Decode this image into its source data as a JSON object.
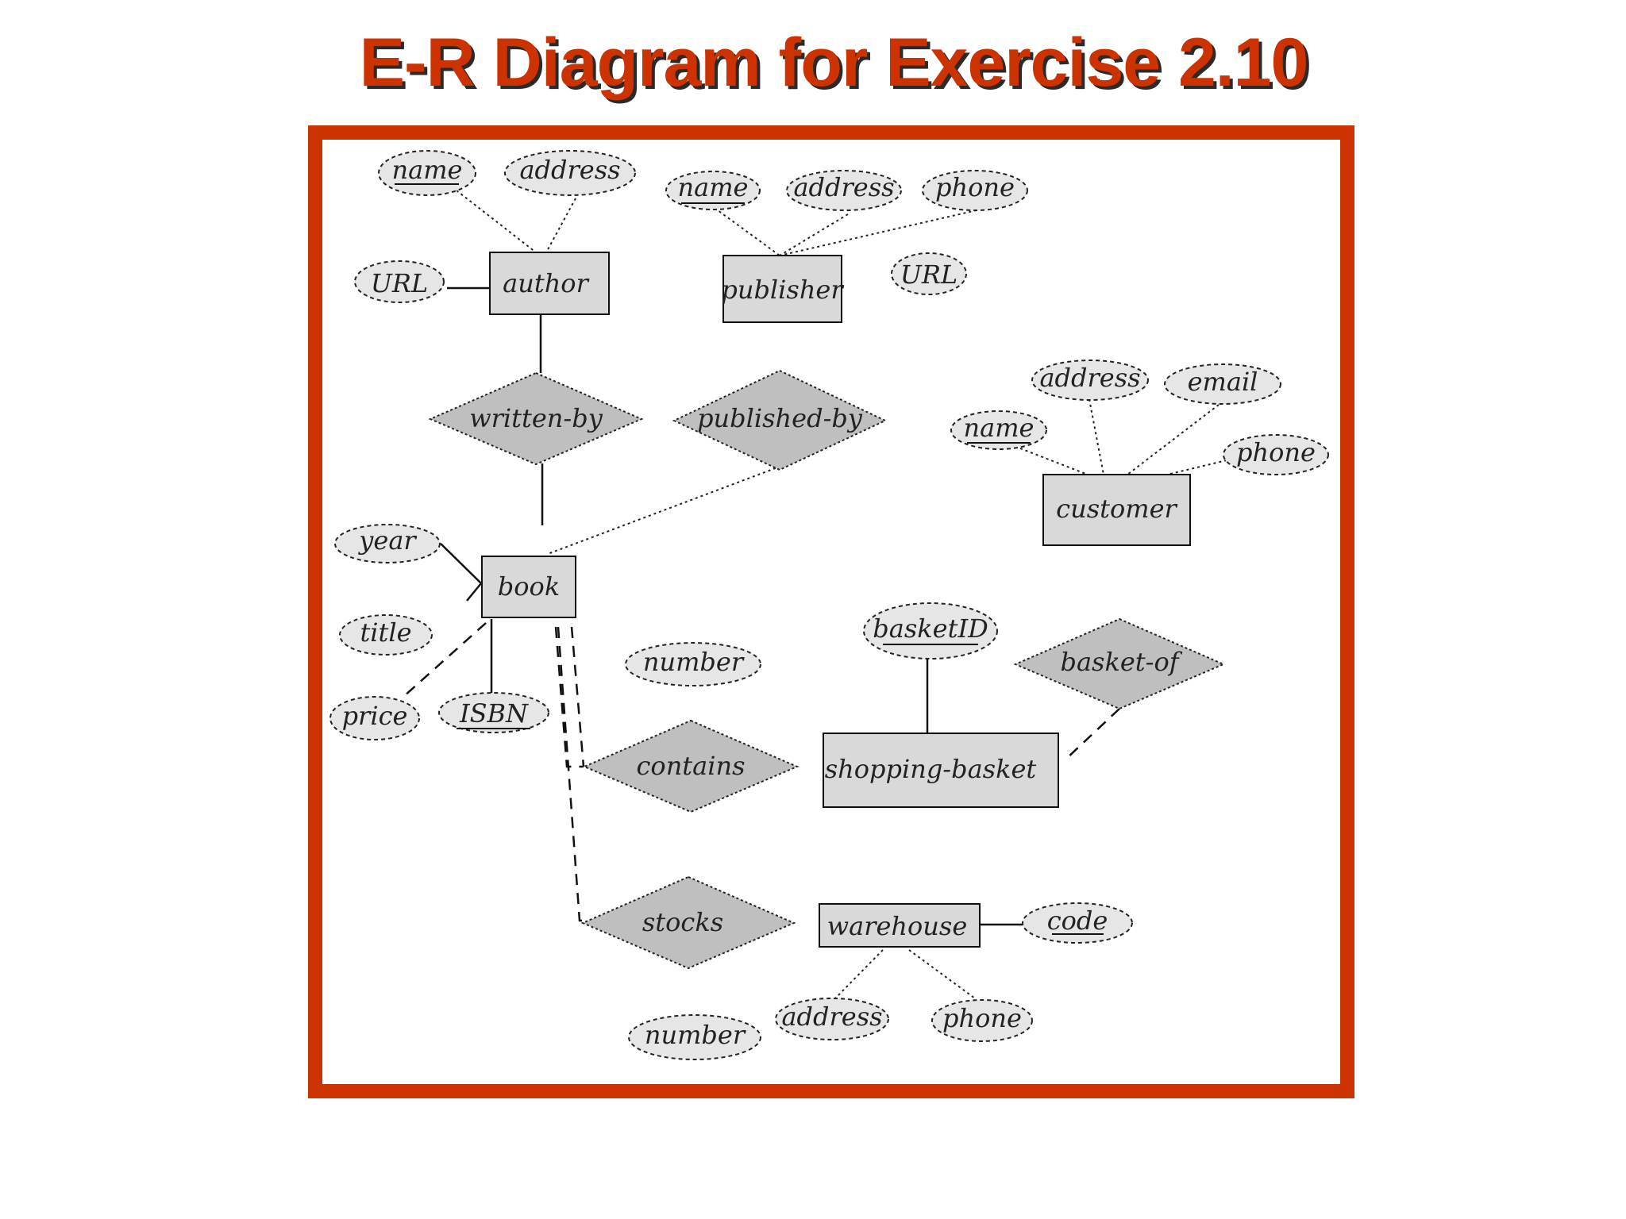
{
  "title": "E-R Diagram for Exercise 2.10",
  "colors": {
    "title": "#cc3300",
    "frame": "#cc3300",
    "entity_fill": "#d9d9d9",
    "relationship_fill": "#bfbfbf",
    "attribute_fill": "#e6e6e6"
  },
  "entities": {
    "author": "author",
    "publisher": "publisher",
    "book": "book",
    "customer": "customer",
    "shopping_basket": "shopping-basket",
    "warehouse": "warehouse"
  },
  "relationships": {
    "written_by": "written-by",
    "published_by": "published-by",
    "contains": "contains",
    "stocks": "stocks",
    "basket_of": "basket-of"
  },
  "attributes": {
    "author_name": "name",
    "author_address": "address",
    "author_url": "URL",
    "publisher_name": "name",
    "publisher_address": "address",
    "publisher_phone": "phone",
    "publisher_url": "URL",
    "customer_address": "address",
    "customer_email": "email",
    "customer_name": "name",
    "customer_phone": "phone",
    "book_year": "year",
    "book_title": "title",
    "book_price": "price",
    "book_isbn": "ISBN",
    "contains_number": "number",
    "basket_id": "basketID",
    "warehouse_code": "code",
    "warehouse_address": "address",
    "warehouse_phone": "phone",
    "stocks_number": "number"
  }
}
